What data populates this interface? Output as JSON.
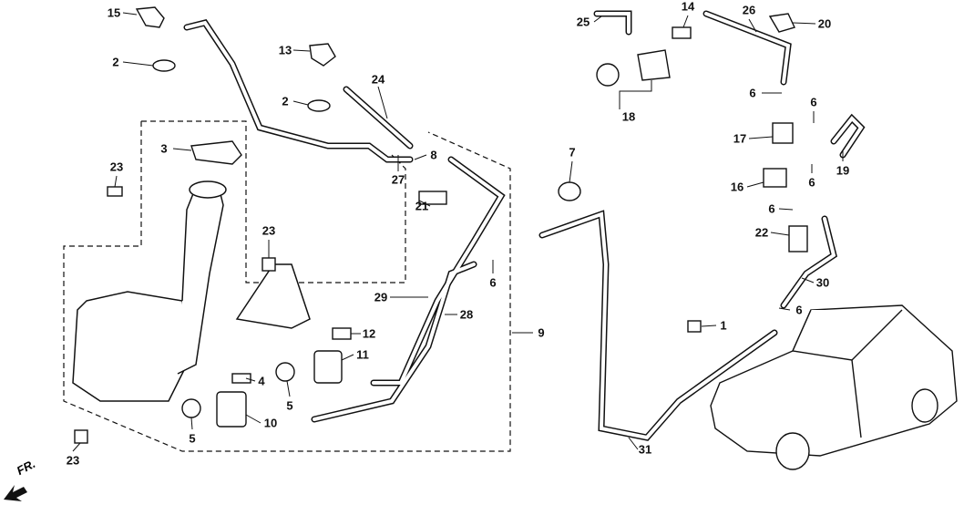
{
  "diagram": {
    "labels": [
      {
        "id": "p15a",
        "text": "15"
      },
      {
        "id": "p2a",
        "text": "2"
      },
      {
        "id": "p13",
        "text": "13"
      },
      {
        "id": "p2b",
        "text": "2"
      },
      {
        "id": "p24",
        "text": "24"
      },
      {
        "id": "p3",
        "text": "3"
      },
      {
        "id": "p23a",
        "text": "23"
      },
      {
        "id": "p8",
        "text": "8"
      },
      {
        "id": "p27",
        "text": "27"
      },
      {
        "id": "p21",
        "text": "21"
      },
      {
        "id": "p23b",
        "text": "23"
      },
      {
        "id": "p6a",
        "text": "6"
      },
      {
        "id": "p29",
        "text": "29"
      },
      {
        "id": "p28",
        "text": "28"
      },
      {
        "id": "p9",
        "text": "9"
      },
      {
        "id": "p12",
        "text": "12"
      },
      {
        "id": "p11",
        "text": "11"
      },
      {
        "id": "p4",
        "text": "4"
      },
      {
        "id": "p5a",
        "text": "5"
      },
      {
        "id": "p10",
        "text": "10"
      },
      {
        "id": "p5b",
        "text": "5"
      },
      {
        "id": "p23c",
        "text": "23"
      },
      {
        "id": "p25",
        "text": "25"
      },
      {
        "id": "p14",
        "text": "14"
      },
      {
        "id": "p26",
        "text": "26"
      },
      {
        "id": "p20",
        "text": "20"
      },
      {
        "id": "p18",
        "text": "18"
      },
      {
        "id": "p6b",
        "text": "6"
      },
      {
        "id": "p6c",
        "text": "6"
      },
      {
        "id": "p17",
        "text": "17"
      },
      {
        "id": "p19",
        "text": "19"
      },
      {
        "id": "p7",
        "text": "7"
      },
      {
        "id": "p16",
        "text": "16"
      },
      {
        "id": "p6d",
        "text": "6"
      },
      {
        "id": "p6e",
        "text": "6"
      },
      {
        "id": "p22",
        "text": "22"
      },
      {
        "id": "p30",
        "text": "30"
      },
      {
        "id": "p6f",
        "text": "6"
      },
      {
        "id": "p1",
        "text": "1"
      },
      {
        "id": "p31",
        "text": "31"
      }
    ],
    "front_arrow": "FR."
  }
}
